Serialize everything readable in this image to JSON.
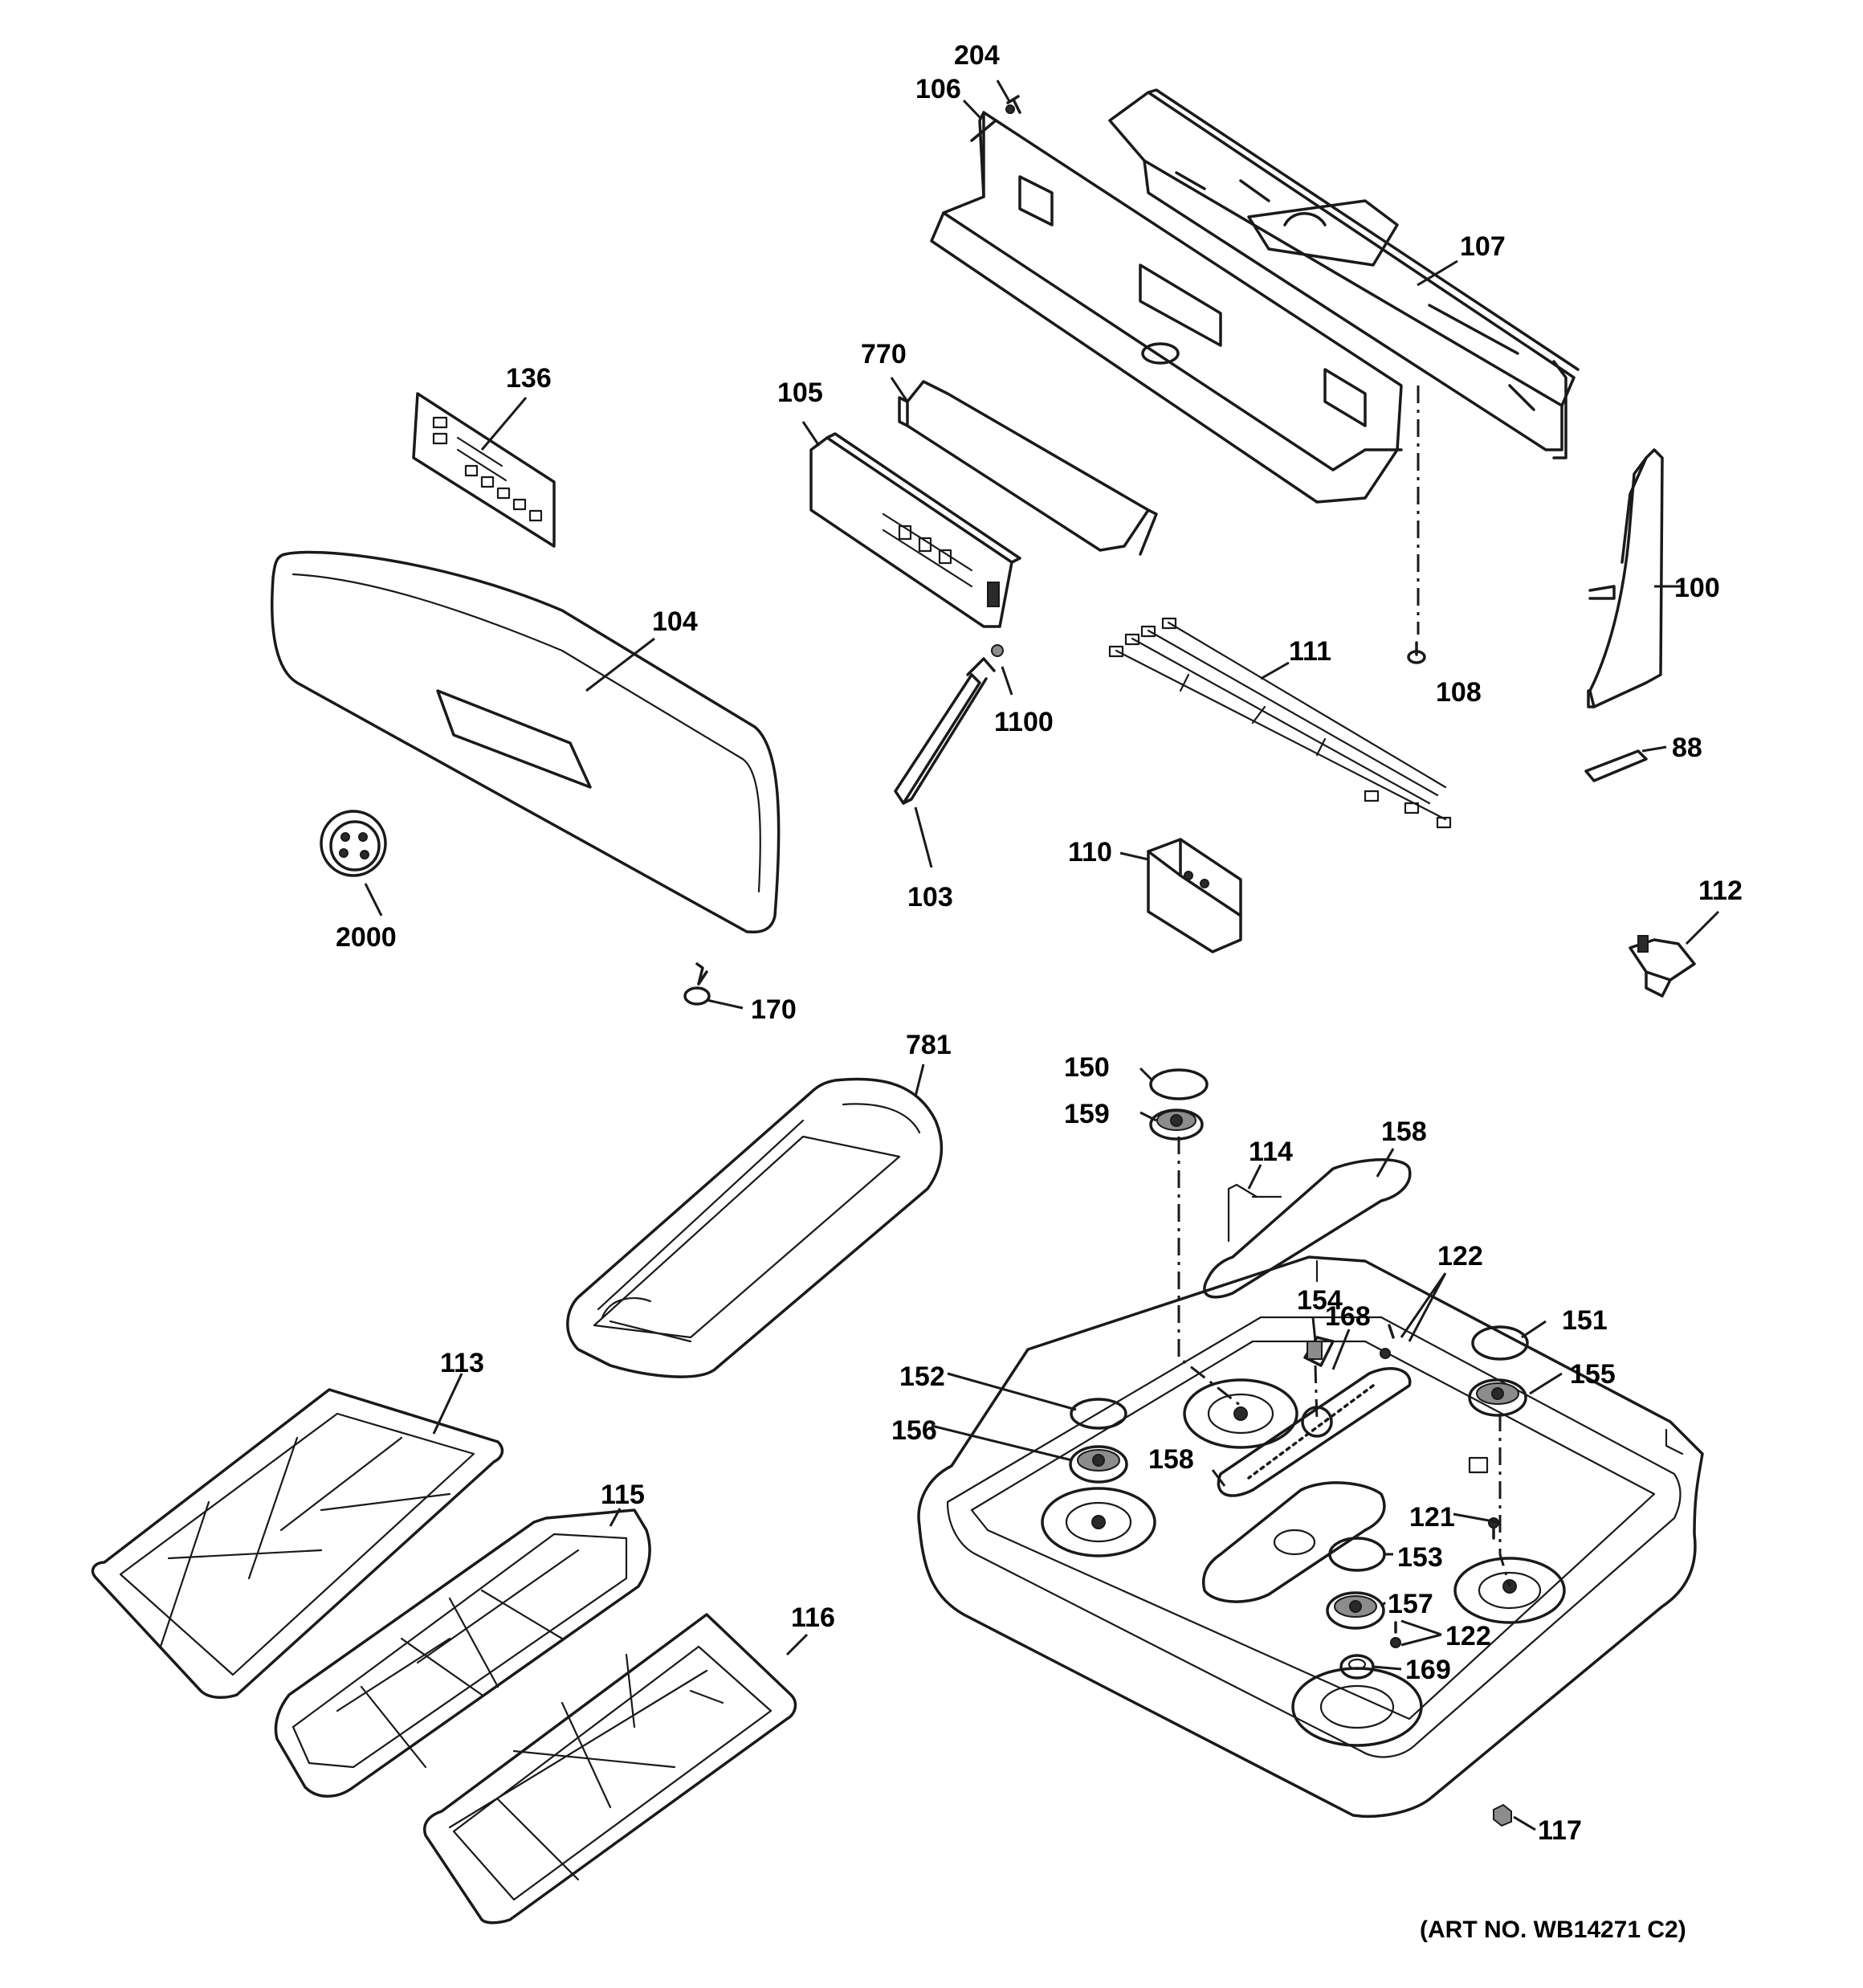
{
  "callouts": {
    "p204": "204",
    "p106": "106",
    "p107": "107",
    "p770": "770",
    "p136": "136",
    "p105": "105",
    "p100": "100",
    "p104": "104",
    "p108": "108",
    "p111": "111",
    "p1100": "1100",
    "p88": "88",
    "p110": "110",
    "p103": "103",
    "p112": "112",
    "p2000": "2000",
    "p170": "170",
    "p781": "781",
    "p150": "150",
    "p159": "159",
    "p158a": "158",
    "p114": "114",
    "p122a": "122",
    "p154": "154",
    "p168": "168",
    "p151": "151",
    "p152": "152",
    "p155": "155",
    "p156": "156",
    "p158b": "158",
    "p113": "113",
    "p121": "121",
    "p153": "153",
    "p115": "115",
    "p157": "157",
    "p122b": "122",
    "p169": "169",
    "p116": "116",
    "p117": "117"
  },
  "art_number": "(ART NO. WB14271 C2)"
}
